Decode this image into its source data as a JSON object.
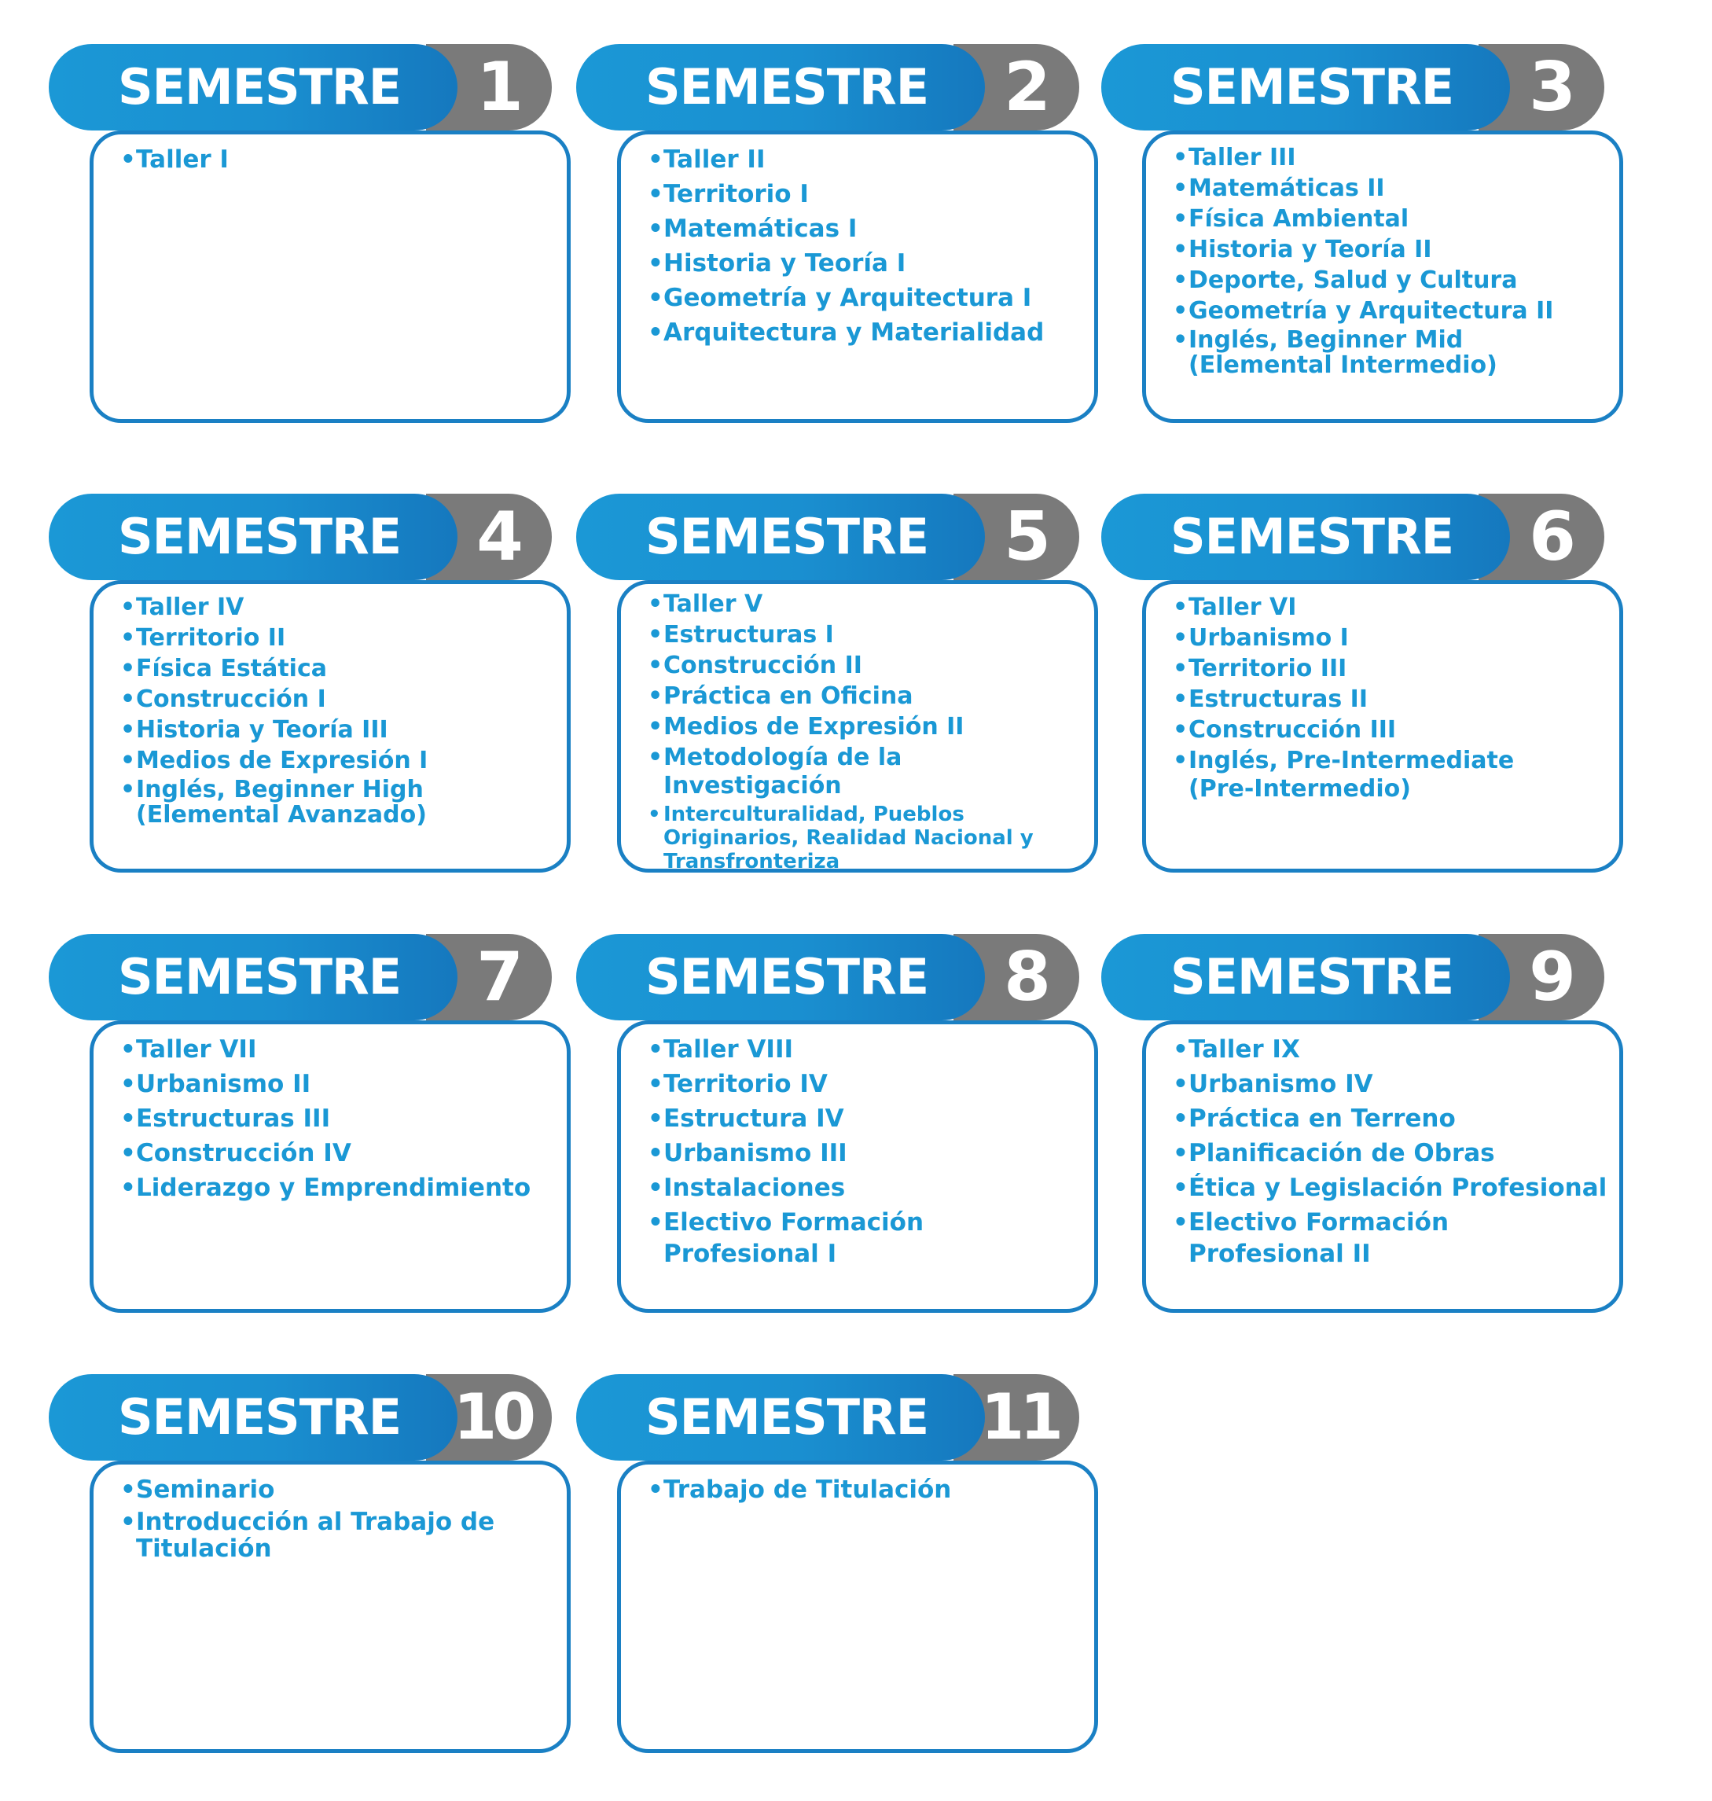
{
  "header_word": "SEMESTRE",
  "colors": {
    "pill": "#1b98d6",
    "number_tab": "#7a7a7a",
    "border": "#1a80c4",
    "text": "#1a98d5"
  },
  "semesters": [
    {
      "number": "1",
      "subjects": [
        "Taller I"
      ]
    },
    {
      "number": "2",
      "subjects": [
        "Taller II",
        "Territorio I",
        "Matemáticas I",
        "Historia y Teoría I",
        "Geometría y Arquitectura I",
        "Arquitectura y Materialidad"
      ]
    },
    {
      "number": "3",
      "subjects": [
        "Taller III",
        "Matemáticas II",
        "Física Ambiental",
        "Historia y Teoría II",
        "Deporte, Salud y Cultura",
        "Geometría y Arquitectura II",
        "Inglés, Beginner Mid\n(Elemental Intermedio)"
      ]
    },
    {
      "number": "4",
      "subjects": [
        "Taller IV",
        "Territorio II",
        "Física Estática",
        "Construcción I",
        "Historia y Teoría III",
        "Medios de Expresión I",
        "Inglés, Beginner High\n(Elemental Avanzado)"
      ]
    },
    {
      "number": "5",
      "subjects": [
        "Taller V",
        "Estructuras I",
        "Construcción II",
        "Práctica en Oficina",
        "Medios de Expresión II",
        "Metodología de la Investigación",
        "Interculturalidad,  Pueblos\nOriginarios, Realidad Nacional y\nTransfronteriza"
      ]
    },
    {
      "number": "6",
      "subjects": [
        "Taller VI",
        "Urbanismo I",
        "Territorio III",
        "Estructuras II",
        "Construcción III",
        "Inglés, Pre-Intermediate\n(Pre-Intermedio)"
      ]
    },
    {
      "number": "7",
      "subjects": [
        "Taller VII",
        "Urbanismo II",
        "Estructuras III",
        "Construcción IV",
        "Liderazgo y Emprendimiento"
      ]
    },
    {
      "number": "8",
      "subjects": [
        "Taller VIII",
        "Territorio IV",
        "Estructura IV",
        "Urbanismo III",
        "Instalaciones",
        "Electivo Formación Profesional I"
      ]
    },
    {
      "number": "9",
      "subjects": [
        "Taller IX",
        "Urbanismo IV",
        "Práctica en Terreno",
        "Planificación de Obras",
        "Ética y Legislación Profesional",
        "Electivo Formación Profesional II"
      ]
    },
    {
      "number": "10",
      "subjects": [
        "Seminario",
        "Introducción al Trabajo de\nTitulación"
      ]
    },
    {
      "number": "11",
      "subjects": [
        "Trabajo de Titulación"
      ]
    }
  ]
}
